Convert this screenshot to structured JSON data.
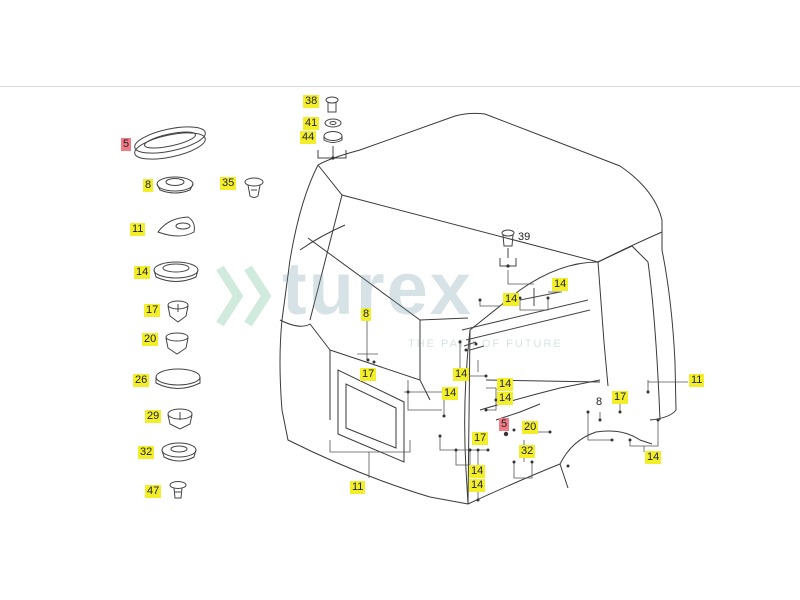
{
  "watermark": {
    "word": "turex",
    "tagline": "THE PATH OF FUTURE"
  },
  "labels": {
    "l5a": "5",
    "l8a": "8",
    "l35": "35",
    "l11a": "11",
    "l14a": "14",
    "l17a": "17",
    "l20a": "20",
    "l26": "26",
    "l29": "29",
    "l32a": "32",
    "l47": "47",
    "l38": "38",
    "l41": "41",
    "l44": "44",
    "l39": "39",
    "l8b": "8",
    "l14b": "14",
    "l14c": "14",
    "l17b": "17",
    "l14d": "14",
    "l14e": "14",
    "l14f": "14",
    "l5b": "5",
    "l20b": "20",
    "l17c": "17",
    "l14g": "14",
    "l14h": "14",
    "l32b": "32",
    "l11b": "11",
    "l8c": "8",
    "l17d": "17",
    "l11c": "11",
    "l14i": "14"
  },
  "colors": {
    "highlight": "#f2ef2a",
    "highlight_red": "#f07a86",
    "line": "#444444",
    "watermark": "#6f98a6",
    "watermark_arrow": "#7cc4a2"
  }
}
